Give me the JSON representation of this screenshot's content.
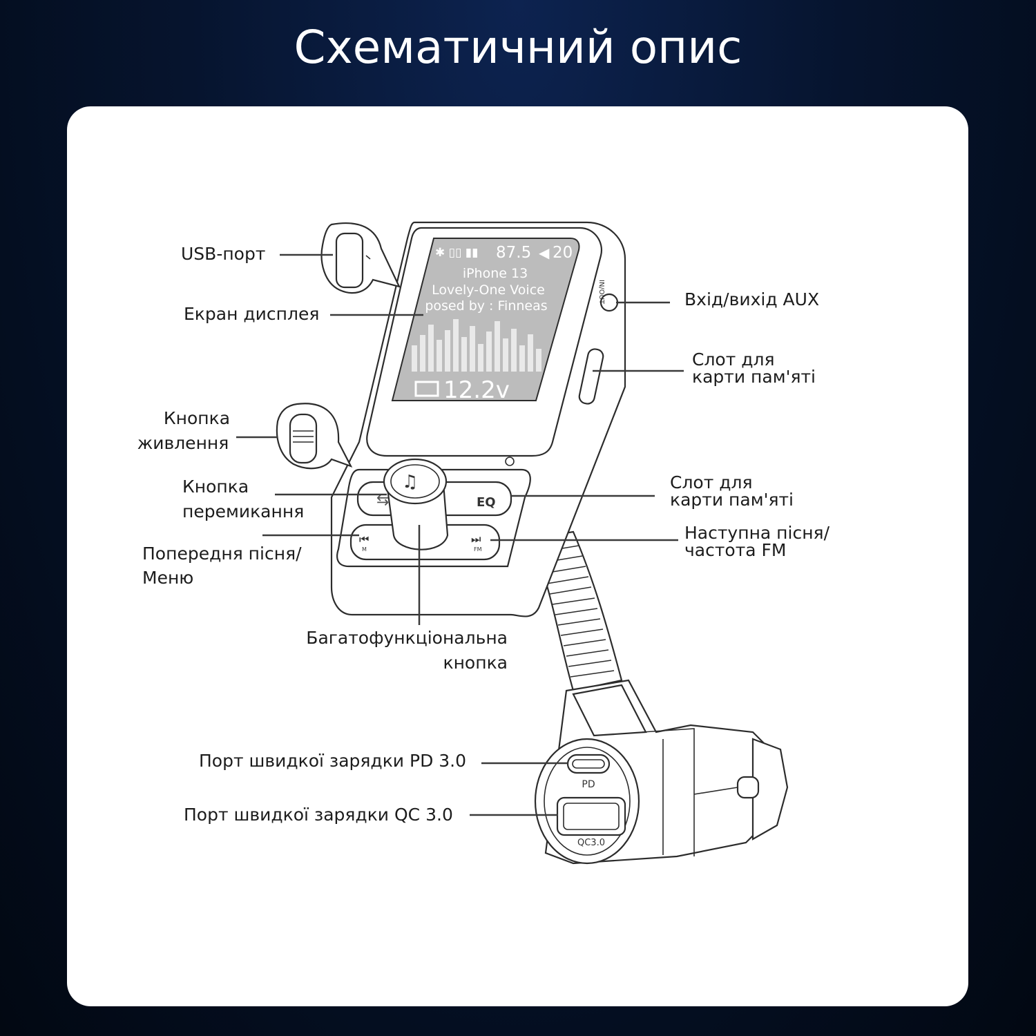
{
  "title": "Схематичний опис",
  "labels": {
    "usb_port": "USB-порт",
    "display_screen": "Екран дисплея",
    "power_button_1": "Кнопка",
    "power_button_2": "живлення",
    "switch_button_1": "Кнопка",
    "switch_button_2": "перемикання",
    "prev_song_1": "Попередня пісня/",
    "prev_song_2": "Меню",
    "multi_button_1": "Багатофункціональна",
    "multi_button_2": "кнопка",
    "aux": "Вхід/вихід AUX",
    "memory_slot_top_1": "Слот для",
    "memory_slot_top_2": "карти пам'яті",
    "memory_slot_eq_1": "Слот для",
    "memory_slot_eq_2": "карти пам'яті",
    "next_song_1": "Наступна пісня/",
    "next_song_2": "частота FM",
    "pd_port": "Порт швидкої зарядки PD 3.0",
    "qc_port": "Порт швидкої зарядки QC 3.0"
  },
  "screen": {
    "freq": "87.5",
    "volume": "20",
    "line1": "iPhone 13",
    "line2": "Lovely-One Voice",
    "line3": "posed by : Finneas",
    "voltage": "12.2v"
  },
  "device": {
    "eq_label": "EQ",
    "m_label": "M",
    "fm_label": "FM",
    "pd_label": "PD",
    "qc_label": "QC3.0",
    "side_label": "IN/OUT"
  }
}
